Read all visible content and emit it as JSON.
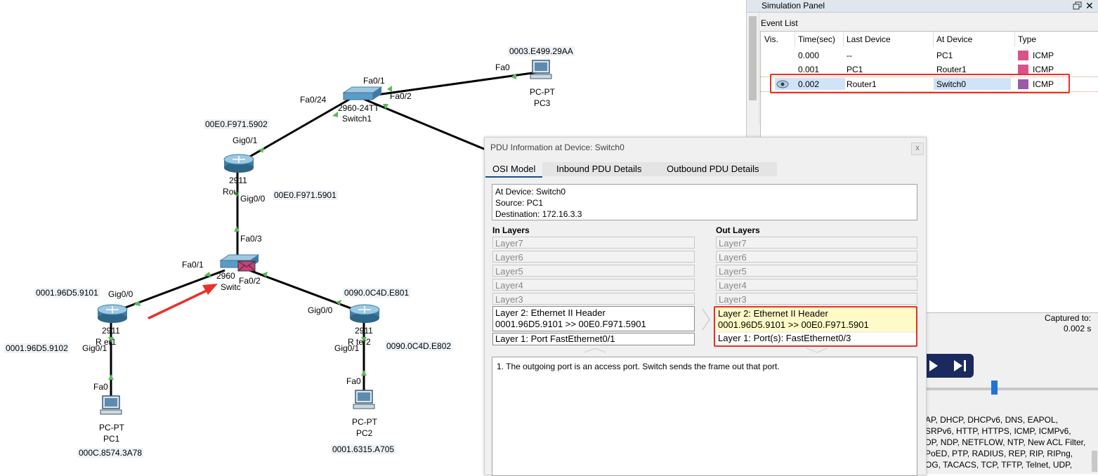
{
  "topology": {
    "switch1": {
      "model": "2960-24TT",
      "name": "Switch1",
      "ports": [
        "Fa0/1",
        "Fa0/2",
        "Fa0/24"
      ]
    },
    "switch0": {
      "model_partial": "2960",
      "name_partial": "Switc",
      "ports": [
        "Fa0/1",
        "Fa0/2",
        "Fa0/3"
      ]
    },
    "router0": {
      "model": "2911",
      "name_partial": "Rou",
      "ports": [
        "Gig0/1",
        "Gig0/0"
      ],
      "macs": [
        "00E0.F971.5902",
        "00E0.F971.5901"
      ]
    },
    "router1": {
      "model": "2911",
      "name_partial": "R    er1",
      "ports": [
        "Gig0/0",
        "Gig0/1"
      ],
      "macs": [
        "0001.96D5.9101",
        "0001.96D5.9102"
      ]
    },
    "router2": {
      "model": "2911",
      "name_partial": "R  ter2",
      "ports": [
        "Gig0/0",
        "Gig0/1"
      ],
      "macs": [
        "0090.0C4D.E801",
        "0090.0C4D.E802"
      ]
    },
    "pc1": {
      "type": "PC-PT",
      "name": "PC1",
      "port": "Fa0",
      "mac": "000C.8574.3A78"
    },
    "pc2": {
      "type": "PC-PT",
      "name": "PC2",
      "port": "Fa0",
      "mac": "0001.6315.A705"
    },
    "pc3": {
      "type": "PC-PT",
      "name": "PC3",
      "port": "Fa0",
      "mac": "0003.E499.29AA"
    }
  },
  "sim_panel": {
    "title": "Simulation Panel",
    "event_list_label": "Event List",
    "columns": [
      "Vis.",
      "Time(sec)",
      "Last Device",
      "At Device",
      "Type"
    ],
    "events": [
      {
        "time": "0.000",
        "last": "--",
        "at": "PC1",
        "type": "ICMP",
        "color": "#d9538a"
      },
      {
        "time": "0.001",
        "last": "PC1",
        "at": "Router1",
        "type": "ICMP",
        "color": "#d9538a"
      },
      {
        "time": "0.002",
        "last": "Router1",
        "at": "Switch0",
        "type": "ICMP",
        "color": "#9b59a8"
      }
    ],
    "captured_label": "Captured to:",
    "captured_value": "0.002 s",
    "protocols": [
      "AP, DHCP, DHCPv6, DNS, EAPOL,",
      "SRPv6, HTTP, HTTPS, ICMP, ICMPv6,",
      "DP, NDP, NETFLOW, NTP, New ACL Filter,",
      "PoED, PTP, RADIUS, REP, RIP, RIPng,",
      "OG, TACACS, TCP, TFTP, Telnet, UDP,"
    ]
  },
  "pdu": {
    "title": "PDU Information at Device: Switch0",
    "close": "x",
    "tabs": [
      "OSI Model",
      "Inbound PDU Details",
      "Outbound PDU Details"
    ],
    "info": [
      "At Device: Switch0",
      "Source: PC1",
      "Destination: 172.16.3.3"
    ],
    "in_label": "In Layers",
    "out_label": "Out Layers",
    "upper_layers": [
      "Layer7",
      "Layer6",
      "Layer5",
      "Layer4",
      "Layer3"
    ],
    "in_l2": [
      "Layer 2: Ethernet II Header",
      "0001.96D5.9101 >> 00E0.F971.5901"
    ],
    "in_l1": "Layer 1: Port FastEthernet0/1",
    "out_l2": [
      "Layer 2: Ethernet II Header",
      "0001.96D5.9101 >> 00E0.F971.5901"
    ],
    "out_l1": "Layer 1: Port(s): FastEthernet0/3",
    "description": "1. The outgoing port is an access port. Switch sends the frame out that port."
  },
  "colors": {
    "highlight": "#e8312a",
    "selected_row": "#cfe4f7",
    "l2_out_bg": "#fffbc8",
    "link_green": "#5cb85c"
  }
}
